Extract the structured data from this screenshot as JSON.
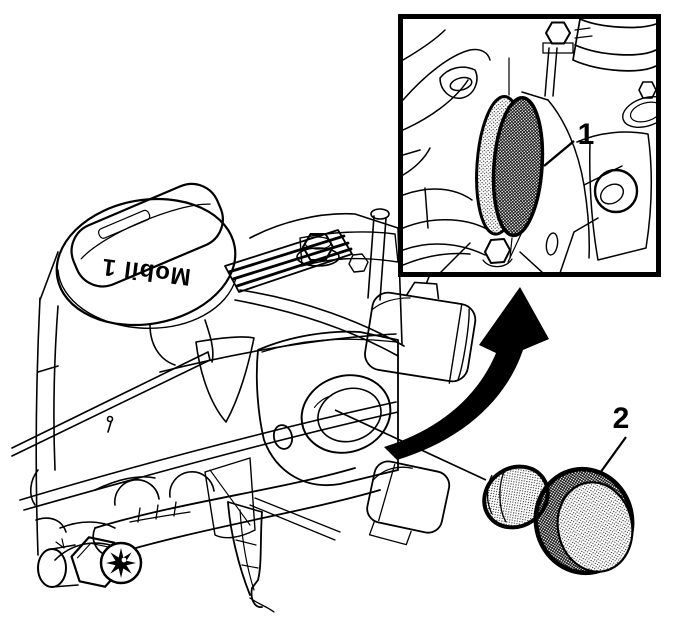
{
  "figure": {
    "background_color": "#ffffff",
    "line_color": "#000000",
    "callouts": [
      {
        "label": "1"
      },
      {
        "label": "2"
      }
    ],
    "main": {
      "oil_cap_text": "Mobil 1"
    }
  }
}
